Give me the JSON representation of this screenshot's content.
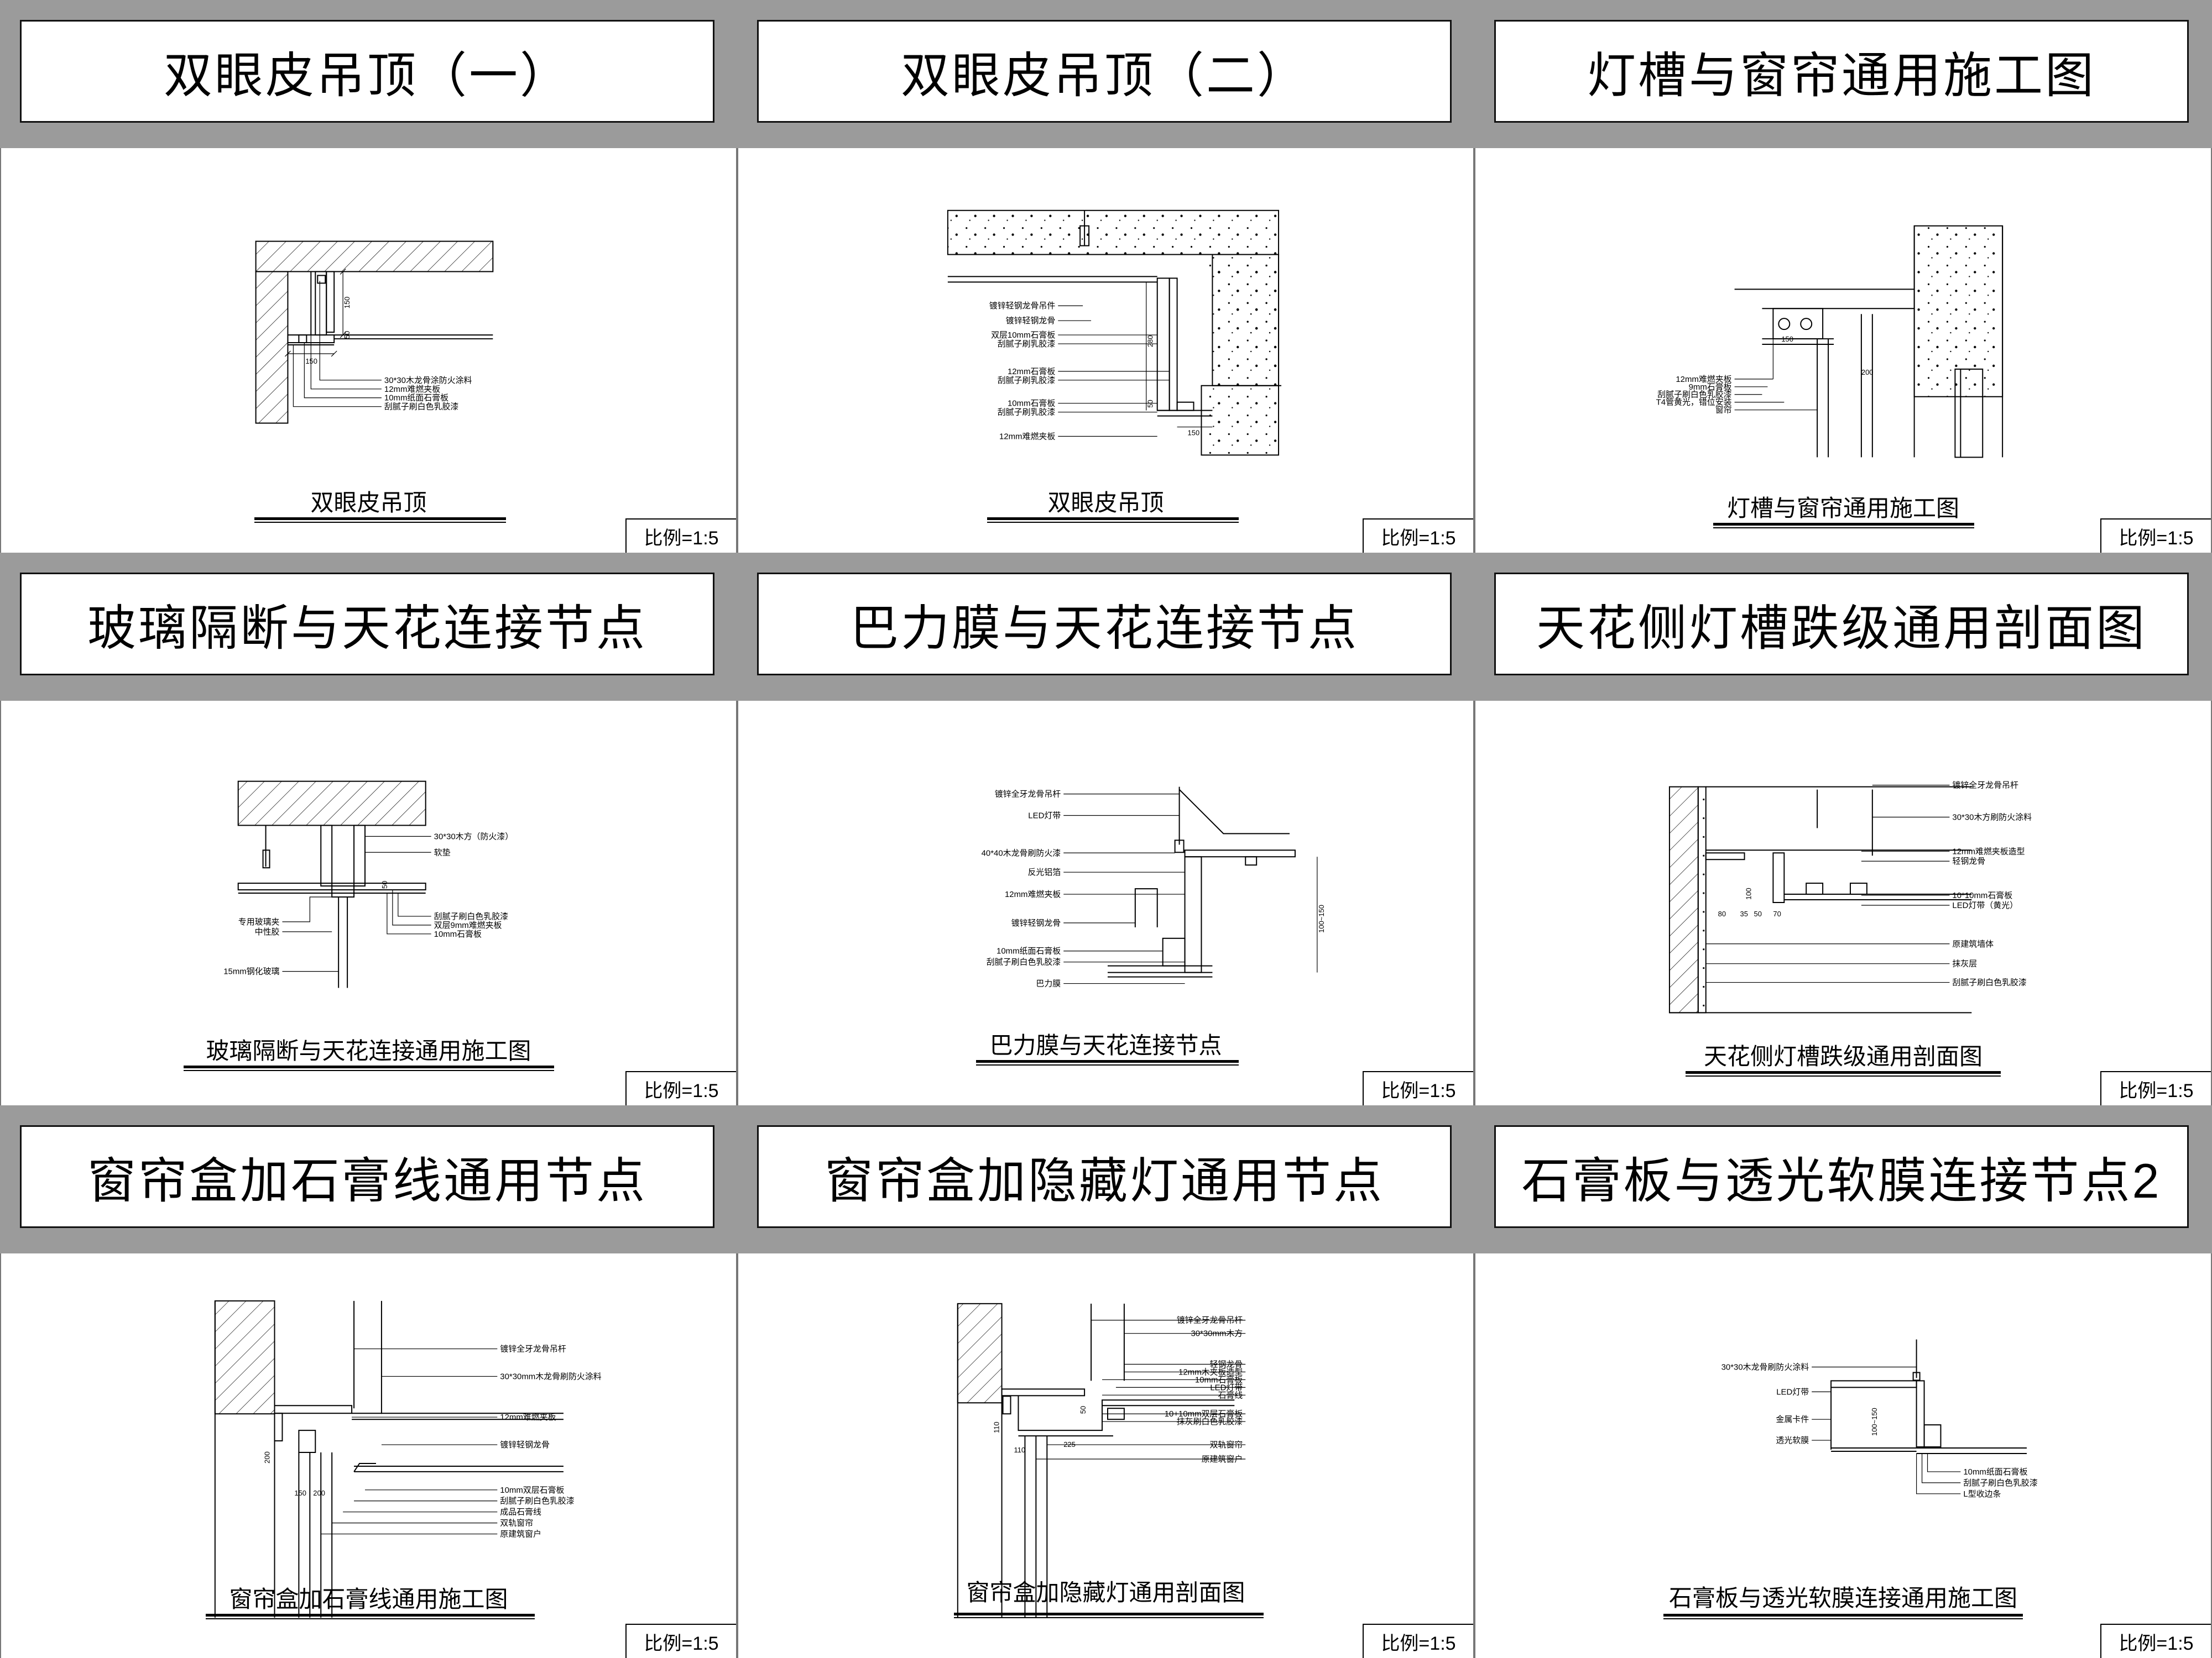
{
  "scale_label": "比例=1:5",
  "panels": [
    {
      "title": "双眼皮吊顶（一）",
      "caption": "双眼皮吊顶",
      "labels": [
        "30*30木龙骨涂防火涂料",
        "12mm难燃夹板",
        "10mm纸面石膏板",
        "刮腻子刷白色乳胶漆"
      ],
      "dims": [
        "150",
        "50",
        "150"
      ]
    },
    {
      "title": "双眼皮吊顶（二）",
      "caption": "双眼皮吊顶",
      "labels": [
        "镀锌轻钢龙骨吊件",
        "镀锌轻钢龙骨",
        "双层10mm石膏板",
        "刮腻子刷乳胶漆",
        "12mm石膏板",
        "刮腻子刷乳胶漆",
        "10mm石膏板",
        "刮腻子刷乳胶漆",
        "12mm难燃夹板"
      ],
      "dims": [
        "280",
        "50",
        "150"
      ]
    },
    {
      "title": "灯槽与窗帘通用施工图",
      "caption": "灯槽与窗帘通用施工图",
      "labels": [
        "12mm难燃夹板",
        "9mm石膏板",
        "刮腻子刷白色乳胶漆",
        "T4管黄光，错位安装",
        "窗帘"
      ],
      "dims": [
        "150",
        "200"
      ]
    },
    {
      "title": "玻璃隔断与天花连接节点",
      "caption": "玻璃隔断与天花连接通用施工图",
      "labels": [
        "30*30木方（防火漆）",
        "软垫",
        "专用玻璃夹",
        "中性胶",
        "刮腻子刷白色乳胶漆",
        "双层9mm难燃夹板",
        "10mm石膏板",
        "15mm钢化玻璃"
      ],
      "dims": [
        "50"
      ]
    },
    {
      "title": "巴力膜与天花连接节点",
      "caption": "巴力膜与天花连接节点",
      "labels": [
        "镀锌全牙龙骨吊杆",
        "LED灯带",
        "40*40木龙骨刷防火漆",
        "反光铝箔",
        "12mm难燃夹板",
        "镀锌轻钢龙骨",
        "10mm纸面石膏板",
        "刮腻子刷白色乳胶漆",
        "巴力膜"
      ],
      "dims": [
        "100~150"
      ]
    },
    {
      "title": "天花侧灯槽跌级通用剖面图",
      "caption": "天花侧灯槽跌级通用剖面图",
      "labels": [
        "镀锌全牙龙骨吊杆",
        "30*30木方刷防火涂料",
        "12mm难燃夹板造型",
        "轻钢龙骨",
        "10*10mm石膏板",
        "LED灯带（黄光）",
        "原建筑墙体",
        "抹灰层",
        "刮腻子刷白色乳胶漆"
      ],
      "dims": [
        "100",
        "80",
        "35",
        "50",
        "70"
      ]
    },
    {
      "title": "窗帘盒加石膏线通用节点",
      "caption": "窗帘盒加石膏线通用施工图",
      "labels": [
        "镀锌全牙龙骨吊杆",
        "30*30mm木龙骨刷防火涂料",
        "12mm难燃夹板",
        "镀锌轻钢龙骨",
        "10mm双层石膏板",
        "刮腻子刷白色乳胶漆",
        "成品石膏线",
        "双轨窗帘",
        "原建筑窗户"
      ],
      "dims": [
        "200",
        "150",
        "200"
      ]
    },
    {
      "title": "窗帘盒加隐藏灯通用节点",
      "caption": "窗帘盒加隐藏灯通用剖面图",
      "labels": [
        "镀锌全牙龙骨吊杆",
        "30*30mm木方",
        "轻钢龙骨",
        "12mm木夹板造型",
        "10mm石膏板",
        "LED灯带",
        "石膏线",
        "10+10mm双层石膏板",
        "抹灰刷白色乳胶漆",
        "双轨窗帘",
        "原建筑窗户"
      ],
      "dims": [
        "110",
        "110",
        "225",
        "50"
      ]
    },
    {
      "title": "石膏板与透光软膜连接节点2",
      "caption": "石膏板与透光软膜连接通用施工图",
      "labels": [
        "30*30木龙骨刷防火涂料",
        "LED灯带",
        "金属卡件",
        "透光软膜",
        "10mm纸面石膏板",
        "刮腻子刷白色乳胶漆",
        "L型收边条"
      ],
      "dims": [
        "100~150"
      ]
    }
  ]
}
